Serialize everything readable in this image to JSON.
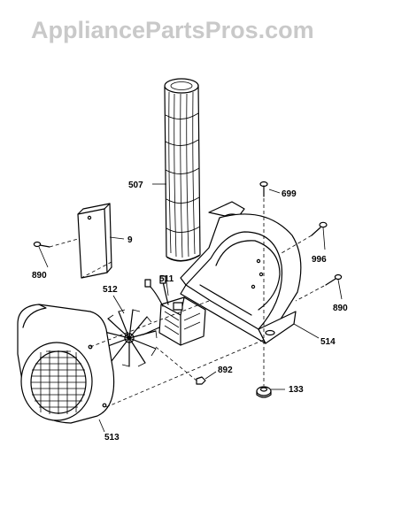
{
  "watermark": {
    "text": "AppliancePartsPros.com"
  },
  "parts": [
    {
      "id": "label-507",
      "text": "507",
      "name": "fan-blade-cylinder"
    },
    {
      "id": "label-699",
      "text": "699",
      "name": "screw"
    },
    {
      "id": "label-9",
      "text": "9",
      "name": "bracket-plate"
    },
    {
      "id": "label-996",
      "text": "996",
      "name": "screw"
    },
    {
      "id": "label-890a",
      "text": "890",
      "name": "screw-left"
    },
    {
      "id": "label-511",
      "text": "511",
      "name": "motor"
    },
    {
      "id": "label-512",
      "text": "512",
      "name": "fan-wheel"
    },
    {
      "id": "label-890b",
      "text": "890",
      "name": "screw-right"
    },
    {
      "id": "label-514",
      "text": "514",
      "name": "motor-mount-bracket"
    },
    {
      "id": "label-892",
      "text": "892",
      "name": "nut"
    },
    {
      "id": "label-133",
      "text": "133",
      "name": "grommet"
    },
    {
      "id": "label-513",
      "text": "513",
      "name": "blower-housing"
    }
  ],
  "colors": {
    "ink": "#000000",
    "watermark": "#c9c9c9",
    "background": "#ffffff"
  }
}
